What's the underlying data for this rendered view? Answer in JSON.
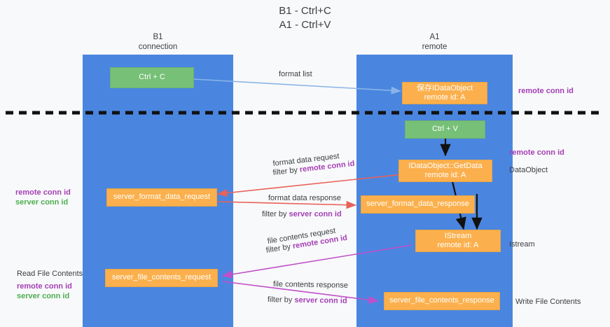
{
  "title": "B1 - Ctrl+C\nA1 - Ctrl+V",
  "colors": {
    "lane": "#4a86e0",
    "green_node": "#77c078",
    "orange_node": "#fbb04d",
    "remote_conn_id": "#a43fb5",
    "server_conn_id": "#4caf50",
    "arrow_format_list": "#8ab4e8",
    "arrow_format_data": "#e8615a",
    "arrow_file_contents": "#c14fc9",
    "arrow_black": "#000000",
    "background": "#f8f9fa"
  },
  "lanes": [
    {
      "id": "b1",
      "heading": "B1\nconnection"
    },
    {
      "id": "a1",
      "heading": "A1\nremote"
    }
  ],
  "nodes": {
    "ctrl_c": {
      "line1": "Ctrl + C",
      "line2": "",
      "style": "green"
    },
    "save_idataobject": {
      "line1": "保存IDataObject",
      "line2": "remote id: A",
      "style": "orange"
    },
    "ctrl_v": {
      "line1": "Ctrl + V",
      "line2": "",
      "style": "green"
    },
    "idataobject_getdata": {
      "line1": "IDataObject::GetData",
      "line2": "remote id: A",
      "style": "orange"
    },
    "server_format_data_request": {
      "line1": "server_format_data_request",
      "line2": "",
      "style": "orange"
    },
    "server_format_data_response": {
      "line1": "server_format_data_response",
      "line2": "",
      "style": "orange"
    },
    "istream": {
      "line1": "IStream",
      "line2": "remote id: A",
      "style": "orange"
    },
    "server_file_contents_request": {
      "line1": "server_file_contents_request",
      "line2": "",
      "style": "orange"
    },
    "server_file_contents_response": {
      "line1": "server_file_contents_response",
      "line2": "",
      "style": "orange"
    }
  },
  "edge_labels": {
    "format_list": "format list",
    "format_data_request": "format data request",
    "format_data_request_filter_prefix": "filter by ",
    "format_data_request_filter_key": "remote conn id",
    "format_data_response": "format data response",
    "format_data_response_filter_prefix": "filter by ",
    "format_data_response_filter_key": "server conn id",
    "file_contents_request": "file contents request",
    "file_contents_request_filter_prefix": "filter by ",
    "file_contents_request_filter_key": "remote conn id",
    "file_contents_response": "file contents response",
    "file_contents_response_filter_prefix": "filter by ",
    "file_contents_response_filter_key": "server conn id"
  },
  "annotations": {
    "right_remote_conn_id_top": "remote conn id",
    "right_remote_conn_id_mid": "remote conn id",
    "right_dataobject": "DataObject",
    "right_istream": "Istream",
    "right_write_file_contents": "Write File Contents",
    "left_remote_conn_id": "remote conn id",
    "left_server_conn_id": "server conn id",
    "left_read_file_contents": "Read File Contents",
    "left_remote_conn_id_2": "remote conn id",
    "left_server_conn_id_2": "server conn id"
  }
}
